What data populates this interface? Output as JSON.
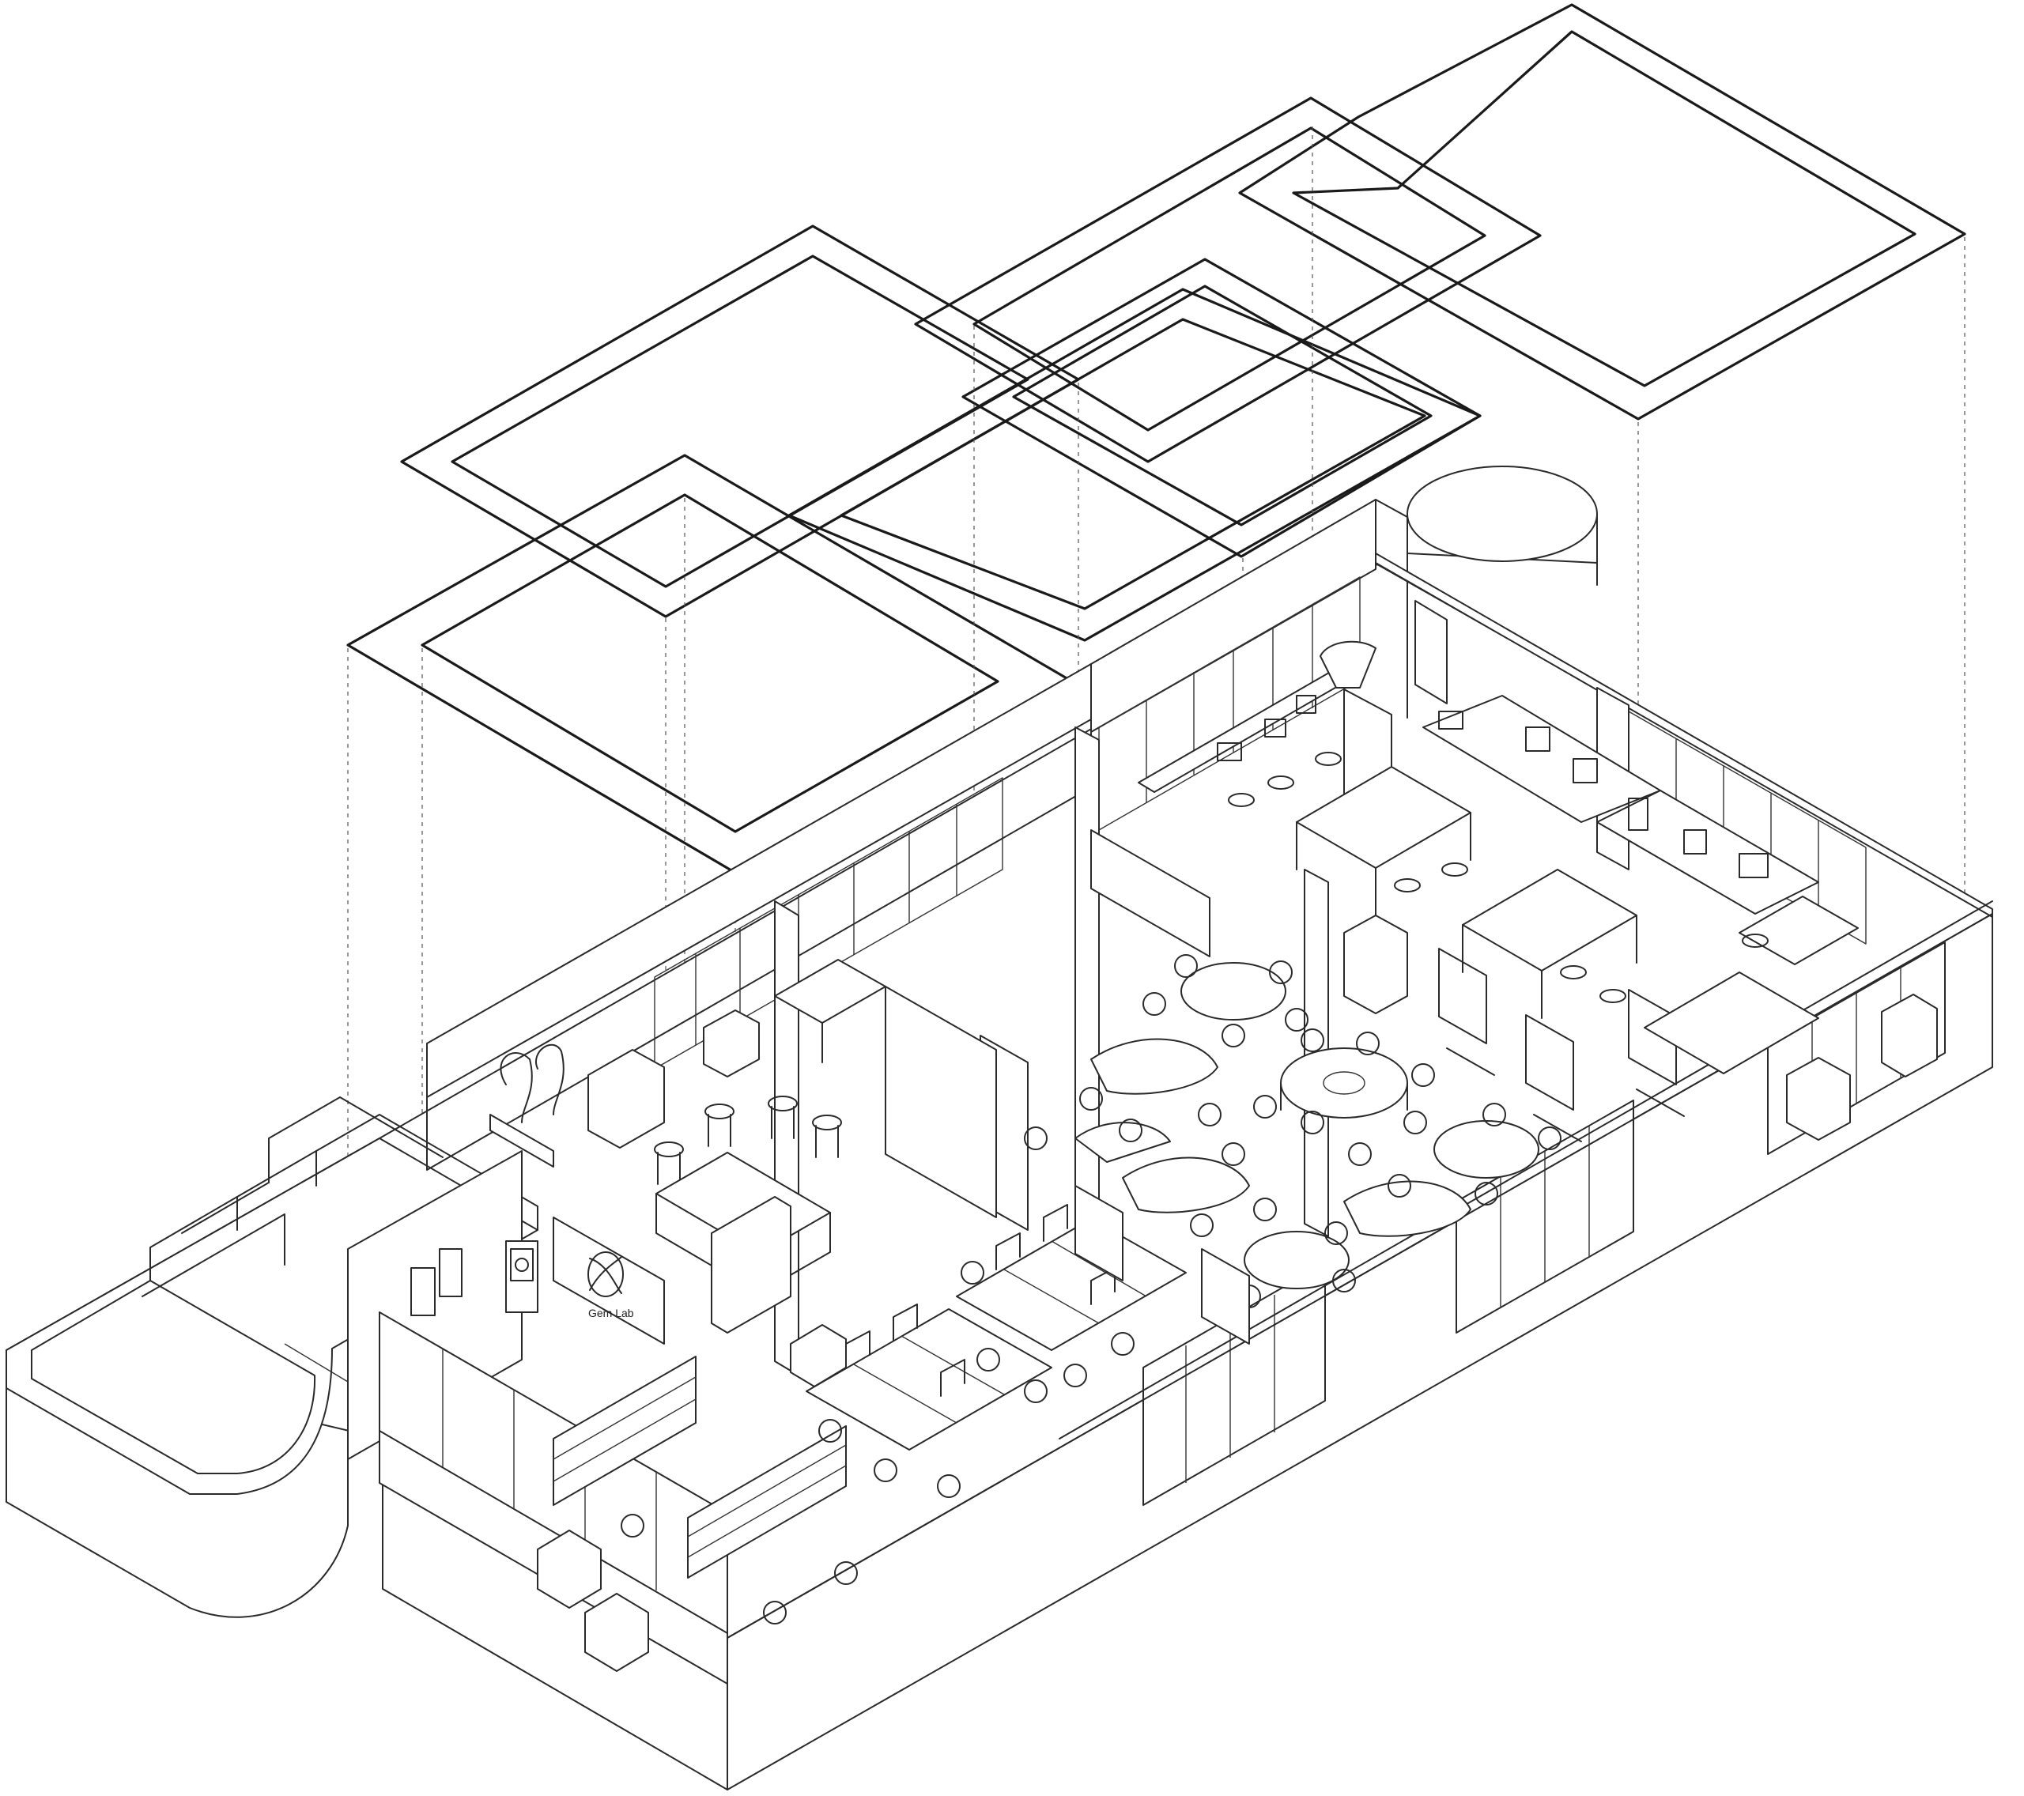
{
  "drawing": {
    "type": "isometric-architectural-axonometric",
    "line_color": "#2a2a2a",
    "background": "#ffffff",
    "ceiling_frame_fill": "dotted-hatch",
    "ceiling_frames_count": 6,
    "logo_text": "Gem Lab"
  }
}
